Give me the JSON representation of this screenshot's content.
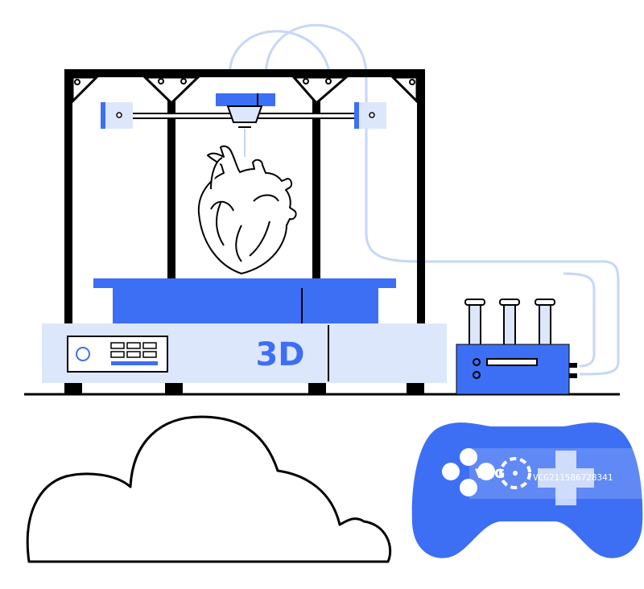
{
  "illustration": {
    "printer_label": "3D",
    "watermark": {
      "brand": "VCG",
      "id": "VCG211586728341"
    }
  },
  "colors": {
    "accent_blue": "#3d6ff5",
    "pale_blue": "#dde7fb",
    "line_blue": "#c8d6f6",
    "outline": "#000000",
    "background": "#ffffff"
  },
  "icons": [
    "3d-printer-icon",
    "heart-icon",
    "test-tube-rack-icon",
    "cloud-icon",
    "gamepad-icon"
  ]
}
